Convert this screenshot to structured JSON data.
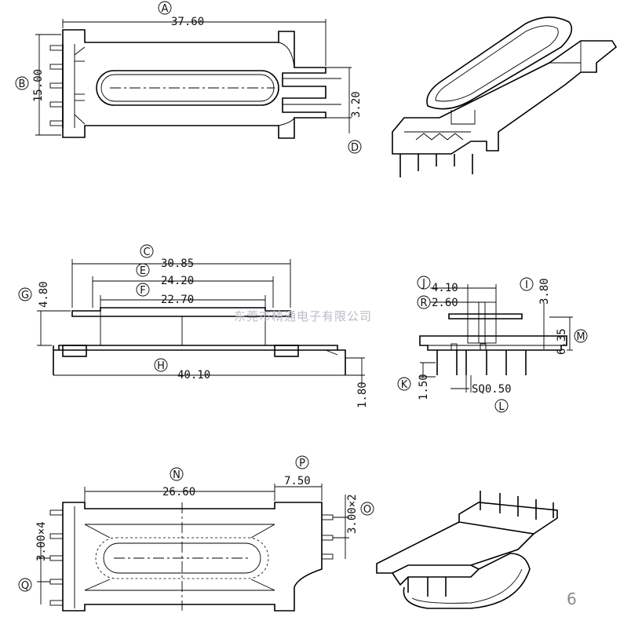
{
  "top_view": {
    "dims": {
      "A": "37.60",
      "B": "15.00",
      "D": "3.20"
    },
    "labels": {
      "A": "A",
      "B": "B",
      "D": "D"
    }
  },
  "side_view": {
    "dims": {
      "C": "30.85",
      "E": "24.20",
      "F": "22.70",
      "G": "4.80",
      "H": "40.10",
      "H2": "1.80"
    },
    "labels": {
      "C": "C",
      "E": "E",
      "F": "F",
      "G": "G",
      "H": "H"
    }
  },
  "end_view": {
    "dims": {
      "J": "4.10",
      "R": "2.60",
      "I": "3.80",
      "M": "6.35",
      "K": "1.50",
      "L": "SQ0.50"
    },
    "labels": {
      "J": "J",
      "R": "R",
      "I": "I",
      "M": "M",
      "K": "K",
      "L": "L"
    }
  },
  "bottom_view": {
    "dims": {
      "N": "26.60",
      "P": "7.50",
      "O": "3.00×2",
      "Q": "3.00×4"
    },
    "labels": {
      "N": "N",
      "P": "P",
      "O": "O",
      "Q": "Q"
    }
  },
  "watermark": "东莞市精通电子有限公司",
  "page_number": "6"
}
